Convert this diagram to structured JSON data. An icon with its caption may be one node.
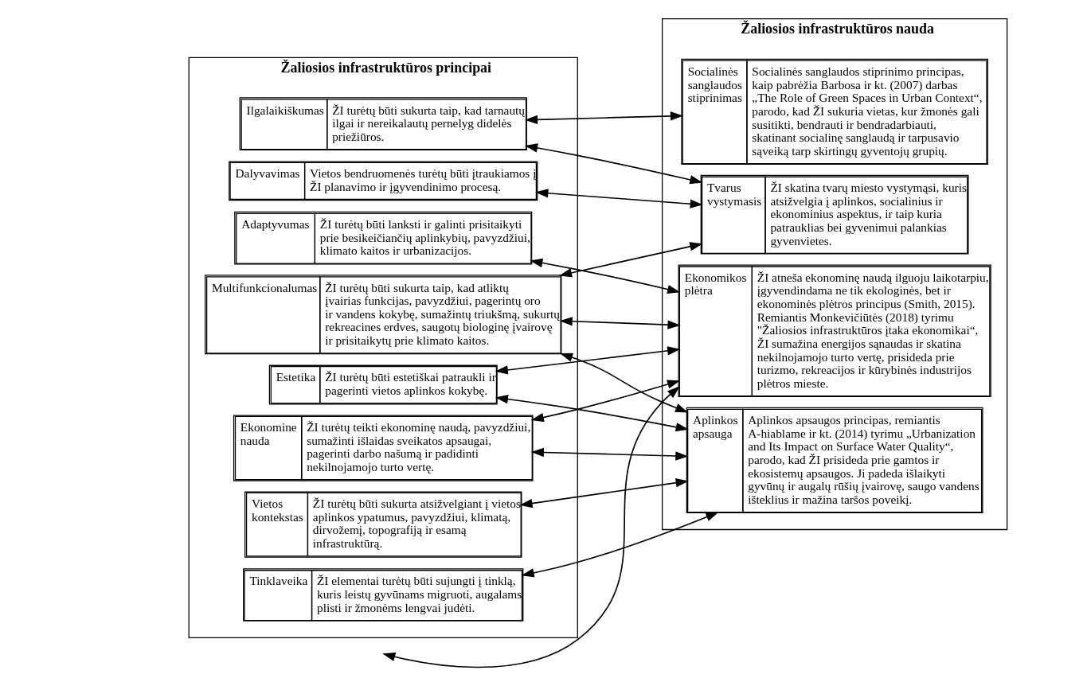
{
  "diagram": {
    "nodes": [
      {
        "text": [
          "Žaliosios infrastruktūros principai"
        ]
      },
      {
        "text": [
          "Multifunkcionalumas",
          "ŽI turėtų būti sukurta taip, kad atliktų įvairias funkcijas, pavyzdžiui, pagerintų oro ir vandens kokybę, sumažintų triukšmą, sukurtų rekreacines erdves, saugotų biologinę įvairovę ir prisitaikytų prie klimato kaitos."
        ],
        "in": 0
      },
      {
        "text": [
          "Tinklaveika",
          "ŽI elementai turėtų būti sujungti į tinklą, kuris leistų gyvūnams migruoti, augalams plisti ir žmonėms lengvai judėti."
        ],
        "in": 0
      },
      {
        "text": [
          "Vietos kontekstas",
          "ŽI turėtų būti sukurta atsižvelgiant į vietos aplinkos ypatumus, pavyzdžiui, klimatą, dirvožemį, topografiją ir esamą infrastruktūrą."
        ],
        "in": 0
      },
      {
        "text": [
          "Dalyvavimas",
          "Vietos bendruomenės turėtų būti įtraukiamos į ŽI planavimo ir įgyvendinimo procesą."
        ],
        "in": 0
      },
      {
        "text": [
          "Adaptyvumas",
          "ŽI turėtų būti lanksti ir galinti prisitaikyti prie besikeičiančių aplinkybių, pavyzdžiui, klimato kaitos ir urbanizacijos."
        ],
        "in": 0
      },
      {
        "text": [
          "Ilgalaikiškumas",
          "ŽI turėtų būti sukurta taip, kad tarnautų ilgai ir nereikalautų pernelyg didelės priežiūros."
        ],
        "in": 0
      },
      {
        "text": [
          "Ekonomine nauda",
          "ŽI turėtų teikti ekonominę naudą, pavyzdžiui, sumažinti išlaidas sveikatos apsaugai, pagerinti darbo našumą ir padidinti nekilnojamojo turto vertę."
        ],
        "in": 0
      },
      {
        "text": [
          "Estetika",
          "ŽI turėtų būti estetiškai patraukli ir pagerinti vietos aplinkos kokybę."
        ],
        "in": 0
      },
      {
        "text": [
          "Žaliosios infrastruktūros nauda"
        ]
      },
      {
        "text": [
          "Tvarus vystymasis",
          "ŽI skatina tvarų miesto vystymąsi, kuris atsižvelgia į aplinkos, socialinius ir ekonominius aspektus, ir taip kuria patrauklias bei gyvenimui palankias gyvenvietes."
        ],
        "in": 9
      },
      {
        "text": [
          "Aplinkos apsauga",
          "Aplinkos apsaugos principas, remiantis A-hiablame ir kt. (2014) tyrimu „Urbanization and Its Impact on Surface Water Quality“, parodo, kad ŽI prisideda prie gamtos ir ekosistemų apsaugos. Ji padeda išlaikyti gyvūnų ir augalų rūšių įvairovę, saugo vandens išteklius ir mažina taršos poveikį."
        ],
        "in": 9
      },
      {
        "text": [
          "Socialinės sanglaudos stiprinimas",
          "Socialinės sanglaudos stiprinimo principas, kaip pabrėžia Barbosa ir kt. (2007) darbas „The Role of Green Spaces in Urban Context“, parodo, kad ŽI sukuria vietas, kur žmonės gali susitikti, bendrauti ir bendradarbiauti, skatinant socialinę sanglaudą ir tarpusavio sąveiką tarp skirtingų gyventojų grupių."
        ],
        "in": 9
      },
      {
        "text": [
          "Ekonomikos plėtra",
          "ŽI atneša ekonominę naudą ilguoju laikotarpiu, įgyvendindama ne tik ekologinės, bet ir ekonominės plėtros principus (Smith, 2015). Remiantis Monkevičiūtės (2018) tyrimu \"Žaliosios infrastruktūros įtaka ekonomikai“, ŽI sumažina energijos sąnaudas ir skatina nekilnojamojo turto vertę, prisideda prie turizmo, rekreacijos ir kūrybinės industrijos plėtros mieste."
        ],
        "in": 9
      }
    ],
    "edges": [
      {
        "from": 1,
        "to": 10,
        "arrow": "both"
      },
      {
        "from": 1,
        "to": 11,
        "arrow": "both"
      },
      {
        "from": 1,
        "to": 13,
        "arrow": "both"
      },
      {
        "from": 2,
        "to": 11,
        "arrow": "both"
      },
      {
        "from": 3,
        "to": 11,
        "arrow": "both"
      },
      {
        "from": 4,
        "to": 10,
        "arrow": "both"
      },
      {
        "from": 5,
        "to": 13,
        "arrow": "both"
      },
      {
        "from": 6,
        "to": 12,
        "arrow": "both"
      },
      {
        "from": 6,
        "to": 10,
        "arrow": "both"
      },
      {
        "from": 7,
        "to": 13,
        "arrow": "both"
      },
      {
        "from": 7,
        "to": 11,
        "arrow": "both"
      },
      {
        "from": 8,
        "to": 11,
        "arrow": "both"
      },
      {
        "from": 8,
        "to": 13,
        "arrow": "both"
      },
      {
        "from": null,
        "to": 13,
        "arrow": "both"
      }
    ]
  }
}
